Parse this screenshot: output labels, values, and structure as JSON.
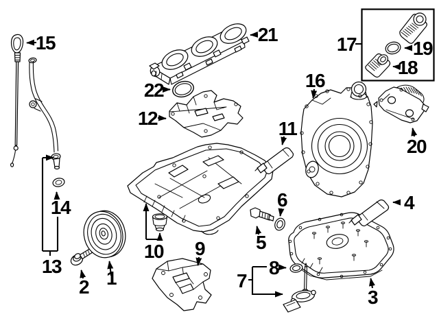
{
  "colors": {
    "background": "#ffffff",
    "line": "#000000"
  },
  "callouts": {
    "c1": {
      "label": "1"
    },
    "c2": {
      "label": "2"
    },
    "c3": {
      "label": "3"
    },
    "c4": {
      "label": "4"
    },
    "c5": {
      "label": "5"
    },
    "c6": {
      "label": "6"
    },
    "c7": {
      "label": "7"
    },
    "c8": {
      "label": "8"
    },
    "c9": {
      "label": "9"
    },
    "c10": {
      "label": "10"
    },
    "c11": {
      "label": "11"
    },
    "c12": {
      "label": "12"
    },
    "c13": {
      "label": "13"
    },
    "c14": {
      "label": "14"
    },
    "c15": {
      "label": "15"
    },
    "c16": {
      "label": "16"
    },
    "c17": {
      "label": "17"
    },
    "c18": {
      "label": "18"
    },
    "c19": {
      "label": "19"
    },
    "c20": {
      "label": "20"
    },
    "c21": {
      "label": "21"
    },
    "c22": {
      "label": "22"
    }
  }
}
